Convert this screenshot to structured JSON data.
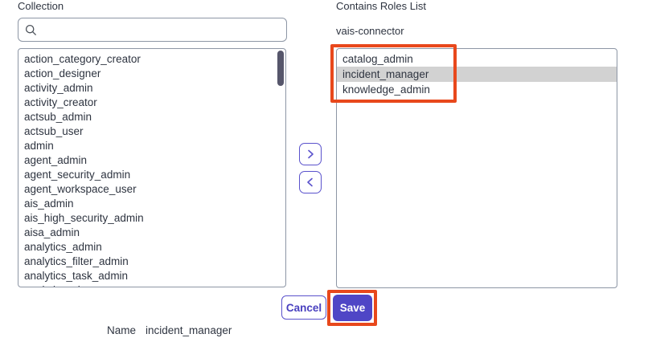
{
  "left_panel": {
    "label": "Collection",
    "search": {
      "value": "",
      "placeholder": ""
    },
    "items": [
      "action_category_creator",
      "action_designer",
      "activity_admin",
      "activity_creator",
      "actsub_admin",
      "actsub_user",
      "admin",
      "agent_admin",
      "agent_security_admin",
      "agent_workspace_user",
      "ais_admin",
      "ais_high_security_admin",
      "aisa_admin",
      "analytics_admin",
      "analytics_filter_admin",
      "analytics_task_admin",
      "analytics_viewer"
    ]
  },
  "transfer": {
    "add_icon": "chevron-right",
    "remove_icon": "chevron-left"
  },
  "right_panel": {
    "label": "Contains Roles List",
    "group_name": "vais-connector",
    "items": [
      {
        "label": "catalog_admin",
        "selected": false
      },
      {
        "label": "incident_manager",
        "selected": true
      },
      {
        "label": "knowledge_admin",
        "selected": false
      }
    ]
  },
  "footer": {
    "cancel_label": "Cancel",
    "save_label": "Save"
  },
  "name_row": {
    "label": "Name",
    "value": "incident_manager"
  },
  "icons": {
    "search": "magnifier"
  },
  "colors": {
    "accent_purple": "#4f46c6",
    "annotation_orange": "#e8481c",
    "selection_gray": "#d2d2d2",
    "text": "#2e3440",
    "border_gray": "#8d96a5",
    "scrollbar_thumb": "#56566b"
  }
}
